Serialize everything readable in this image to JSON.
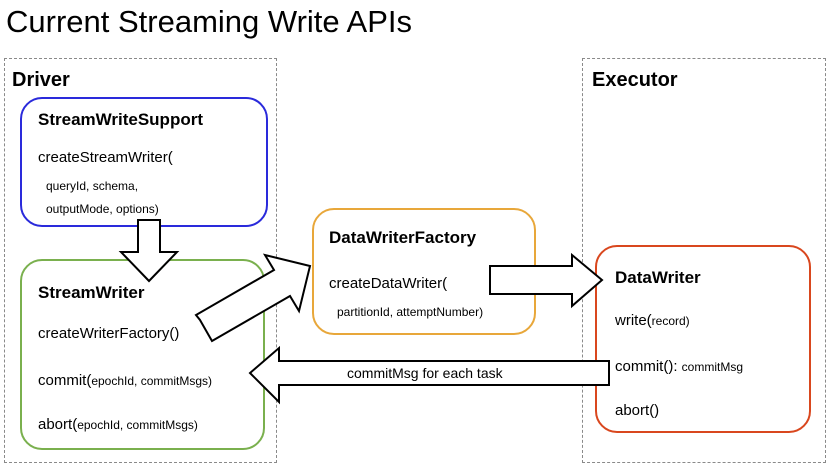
{
  "title": "Current Streaming Write APIs",
  "driver": {
    "label": "Driver",
    "stream_write_support": {
      "title": "StreamWriteSupport",
      "method_name": "createStreamWriter(",
      "param_line1": "queryId, schema,",
      "param_line2": "outputMode, options)"
    },
    "stream_writer": {
      "title": "StreamWriter",
      "method1": "createWriterFactory()",
      "method2_name": "commit(",
      "method2_params": "epochId, commitMsgs)",
      "method3_name": "abort(",
      "method3_params": "epochId, commitMsgs)"
    }
  },
  "data_writer_factory": {
    "title": "DataWriterFactory",
    "method_name": "createDataWriter(",
    "params": "partitionId, attemptNumber)"
  },
  "executor": {
    "label": "Executor",
    "data_writer": {
      "title": "DataWriter",
      "method1_name": "write(",
      "method1_params": "record)",
      "method2_name": "commit():",
      "method2_return": "commitMsg",
      "method3": "abort()"
    }
  },
  "commit_arrow_label": "commitMsg for each task",
  "colors": {
    "stream_write_support_border": "#2a2adb",
    "stream_writer_border": "#7ab04e",
    "data_writer_factory_border": "#e8a73a",
    "data_writer_border": "#d9471e",
    "region_border": "#8a8a8a"
  }
}
